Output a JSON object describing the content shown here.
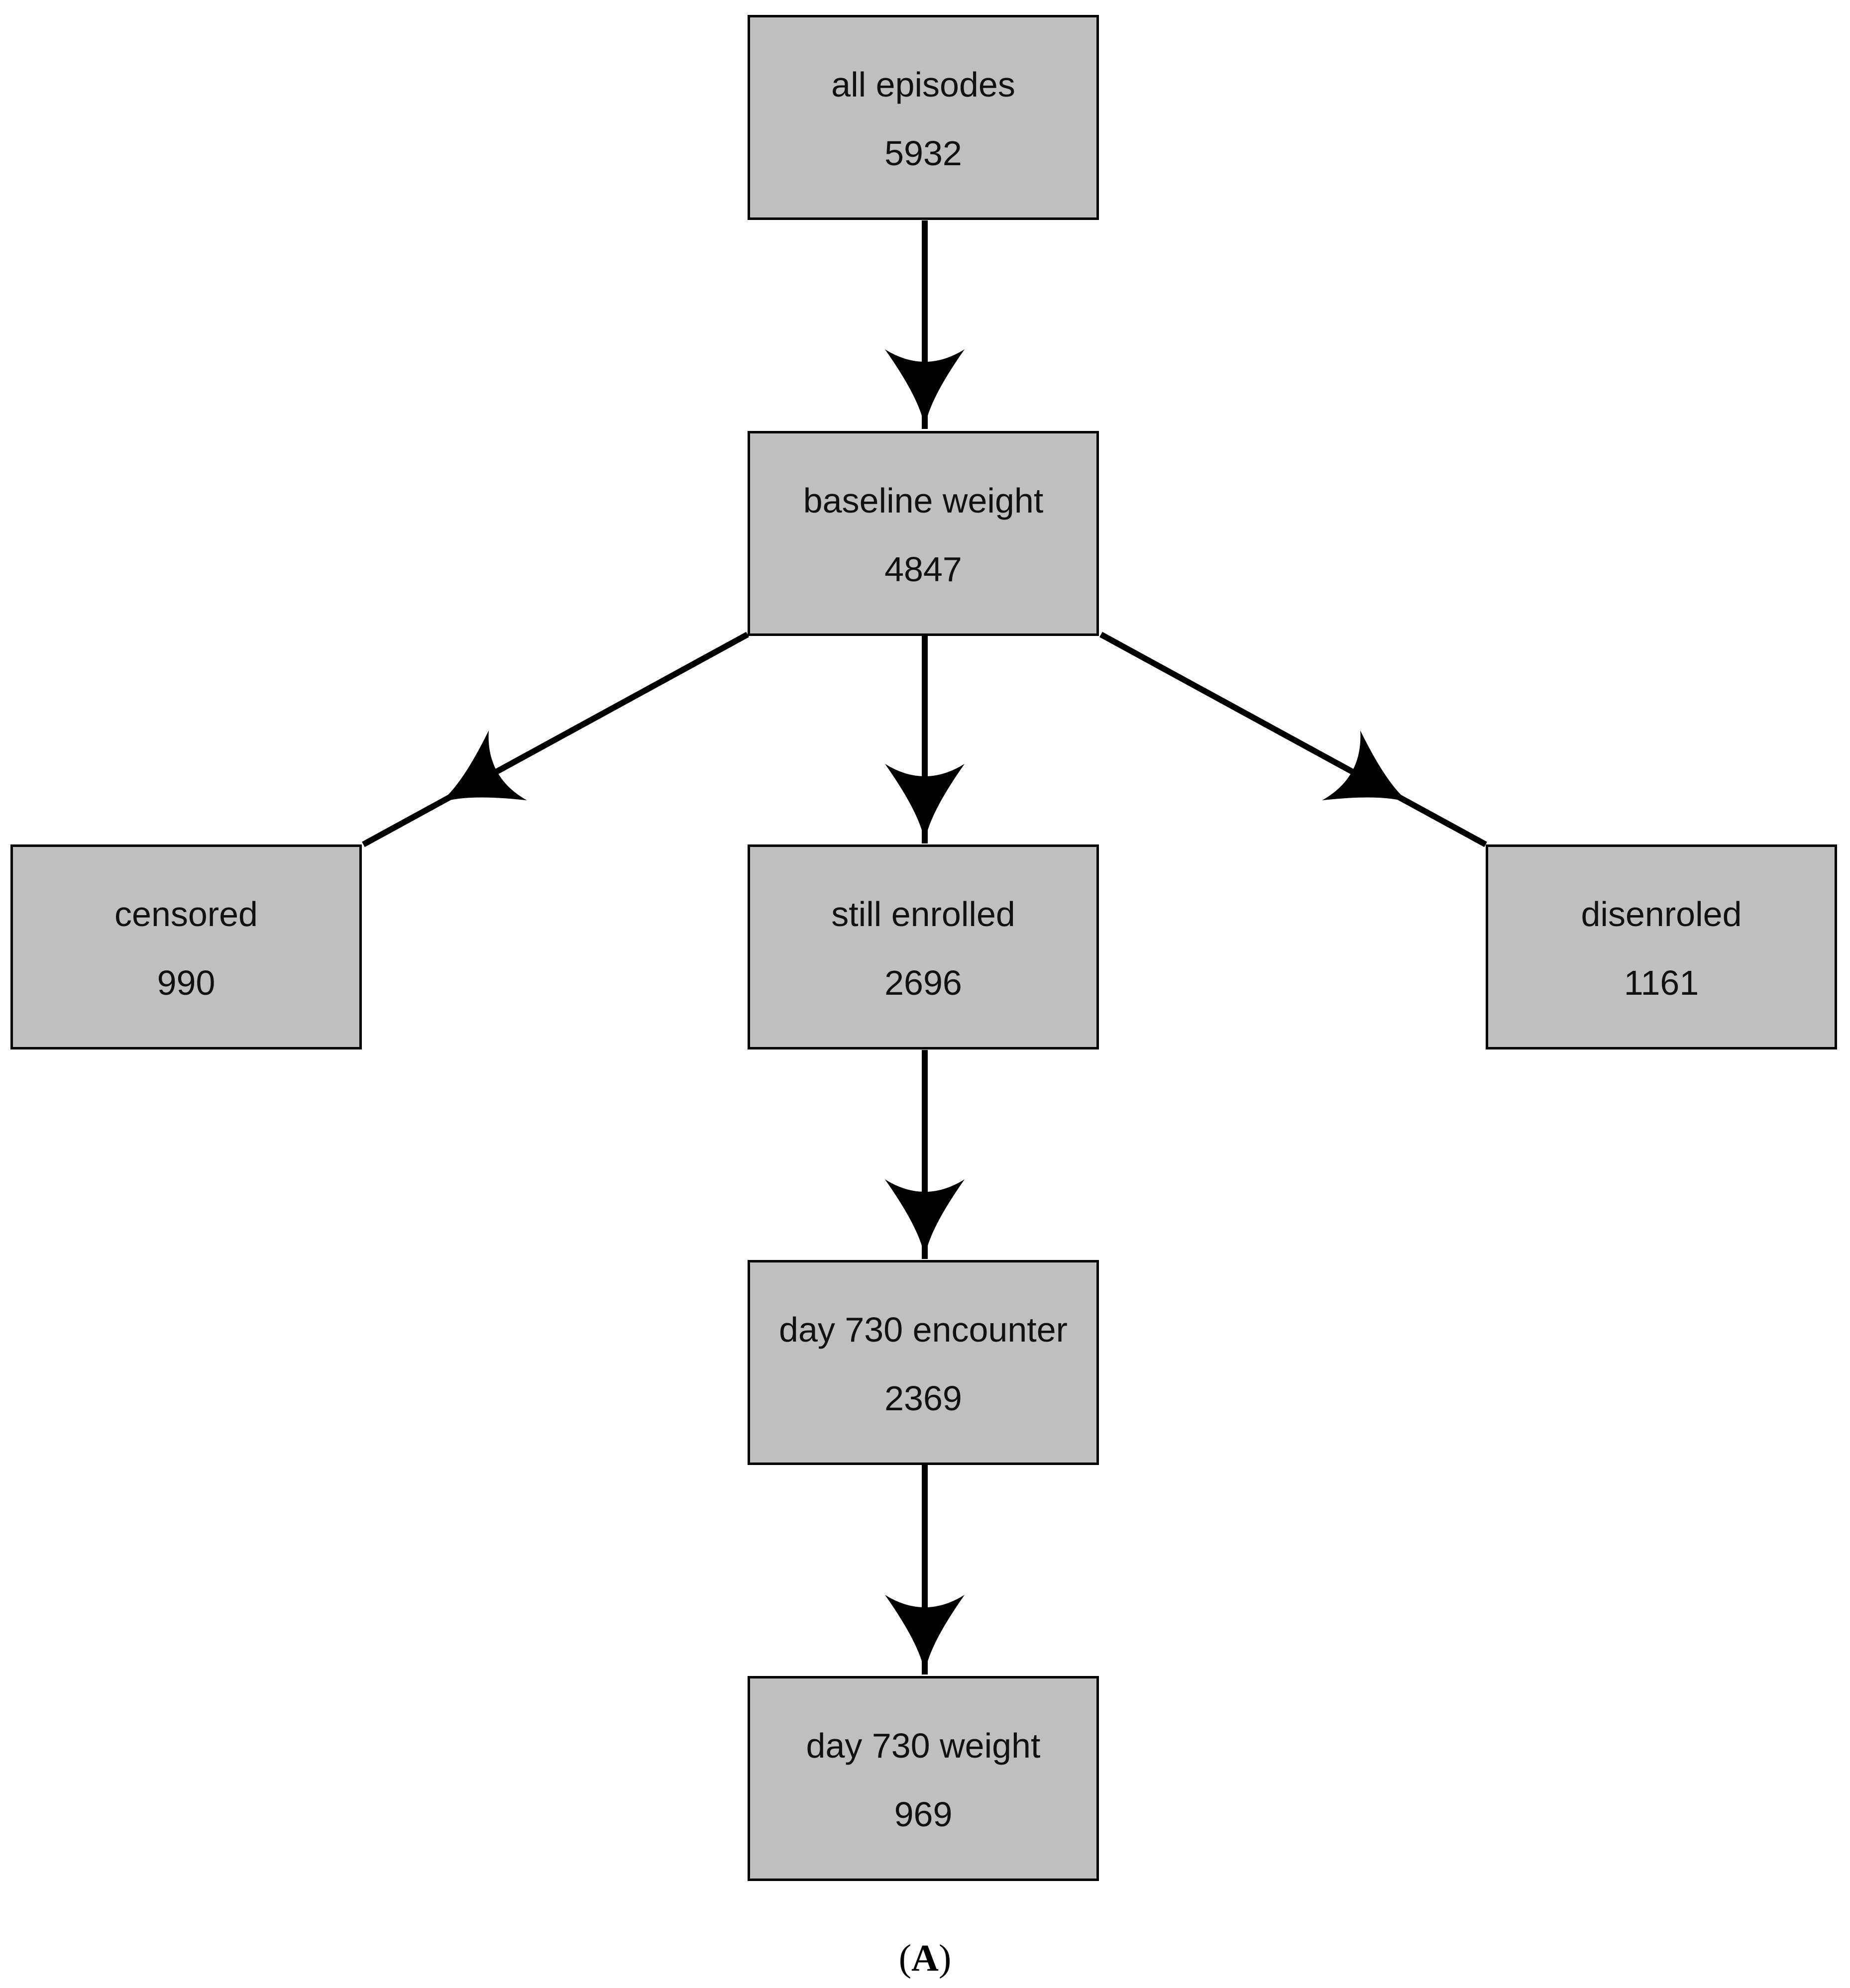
{
  "nodes": {
    "all_episodes": {
      "label": "all episodes",
      "count": "5932"
    },
    "baseline_weight": {
      "label": "baseline weight",
      "count": "4847"
    },
    "censored": {
      "label": "censored",
      "count": "990"
    },
    "still_enrolled": {
      "label": "still enrolled",
      "count": "2696"
    },
    "disenroled": {
      "label": "disenroled",
      "count": "1161"
    },
    "day730_encounter": {
      "label": "day 730 encounter",
      "count": "2369"
    },
    "day730_weight": {
      "label": "day 730 weight",
      "count": "969"
    }
  },
  "caption": {
    "open": "(",
    "letter": "A",
    "close": ")"
  },
  "colors": {
    "box_fill": "#bfbfbf",
    "edge": "#000000"
  }
}
